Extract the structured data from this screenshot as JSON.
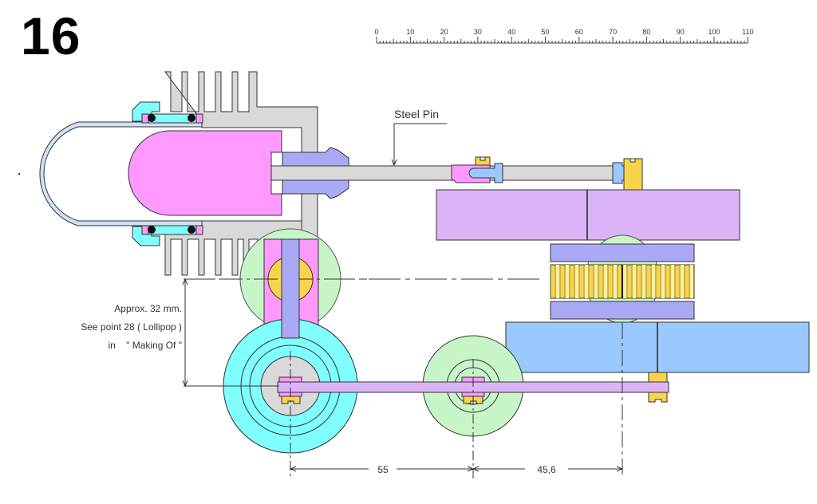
{
  "page_number": "16",
  "scale_ruler": {
    "unit": "mm",
    "labels": [
      "0",
      "10",
      "20",
      "30",
      "40",
      "50",
      "60",
      "70",
      "80",
      "90",
      "100",
      "110"
    ]
  },
  "callouts": {
    "steel_pin": "Steel Pin"
  },
  "note": {
    "line1": "Approx. 32 mm.",
    "line2": "See point 28 ( Lollipop )",
    "line3": "in    \" Making Of \""
  },
  "dimensions": {
    "left_span": "55",
    "right_span": "45,6"
  },
  "colors": {
    "aluminium": "#d9d9d9",
    "displacer": "#ff99ff",
    "glass_tube": "#cfe2f3",
    "gland": "#80ffff",
    "nut": "#a9a9f5",
    "flywheel_upper": "#dab4f7",
    "flywheel_lower": "#99c9ff",
    "gear": "#f7d44a",
    "gear_light": "#fff2a8",
    "wheel_green": "#c8f5c8",
    "wheel_cyan": "#80ffff",
    "rod": "#dab4f7",
    "outline": "#333333"
  }
}
